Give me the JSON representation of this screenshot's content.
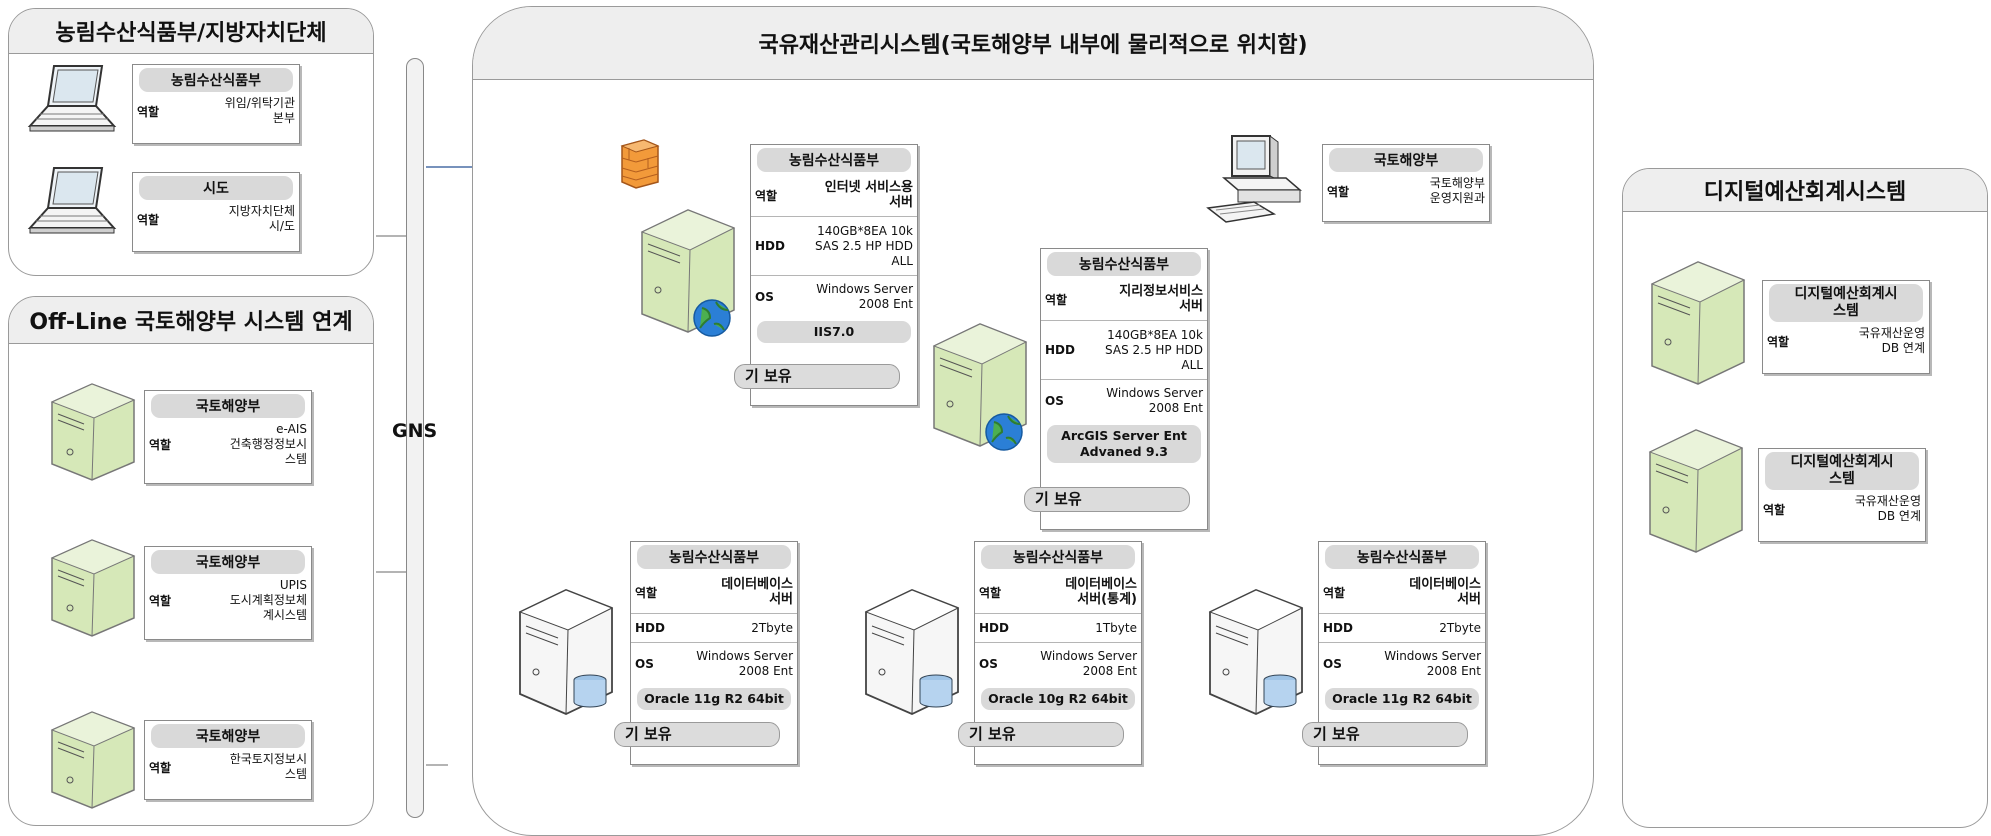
{
  "panels": {
    "ministry": {
      "title": "농림수산식품부/지방자치단체"
    },
    "offline": {
      "title": "Off-Line 국토해양부 시스템 연계"
    },
    "main": {
      "title": "국유재산관리시스템(국토해양부 내부에 물리적으로 위치함)"
    },
    "budget": {
      "title": "디지털예산회계시스템"
    }
  },
  "gns_label": "GNS",
  "left_cards": [
    {
      "header": "농림수산식품부",
      "role_label": "역할",
      "role": "위임/위탁기관\n본부"
    },
    {
      "header": "시도",
      "role_label": "역할",
      "role": "지방자치단체\n시/도"
    }
  ],
  "offline_cards": [
    {
      "header": "국토해양부",
      "role_label": "역할",
      "role": "e-AIS\n건축행정정보시\n스템"
    },
    {
      "header": "국토해양부",
      "role_label": "역할",
      "role": "UPIS\n도시계획정보체\n계시스템"
    },
    {
      "header": "국토해양부",
      "role_label": "역할",
      "role": "한국토지정보시\n스템"
    }
  ],
  "servers": {
    "web": {
      "header": "농림수산식품부",
      "role_label": "역할",
      "role": "인터넷 서비스용\n서버",
      "hdd_label": "HDD",
      "hdd": "140GB*8EA 10k\nSAS 2.5 HP HDD\nALL",
      "os_label": "OS",
      "os": "Windows Server\n2008 Ent",
      "sw": "IIS7.0",
      "status": "기 보유"
    },
    "gis": {
      "header": "농림수산식품부",
      "role_label": "역할",
      "role": "지리정보서비스\n서버",
      "hdd_label": "HDD",
      "hdd": "140GB*8EA 10k\nSAS 2.5 HP HDD\nALL",
      "os_label": "OS",
      "os": "Windows Server\n2008 Ent",
      "sw": "ArcGIS Server Ent\nAdvaned 9.3",
      "status": "기 보유"
    },
    "db1": {
      "header": "농림수산식품부",
      "role_label": "역할",
      "role": "데이터베이스\n서버",
      "hdd_label": "HDD",
      "hdd": "2Tbyte",
      "os_label": "OS",
      "os": "Windows Server\n2008 Ent",
      "sw": "Oracle 11g R2 64bit",
      "status": "기 보유"
    },
    "db2": {
      "header": "농림수산식품부",
      "role_label": "역할",
      "role": "데이터베이스\n서버(통계)",
      "hdd_label": "HDD",
      "hdd": "1Tbyte",
      "os_label": "OS",
      "os": "Windows Server\n2008 Ent",
      "sw": "Oracle 10g R2 64bit",
      "status": "기 보유"
    },
    "db3": {
      "header": "농림수산식품부",
      "role_label": "역할",
      "role": "데이터베이스\n서버",
      "hdd_label": "HDD",
      "hdd": "2Tbyte",
      "os_label": "OS",
      "os": "Windows Server\n2008 Ent",
      "sw": "Oracle 11g R2 64bit",
      "status": "기 보유"
    }
  },
  "pc_card": {
    "header": "국토해양부",
    "role_label": "역할",
    "role": "국토해양부\n운영지원과"
  },
  "budget_cards": [
    {
      "header": "디지털예산회계시\n스템",
      "role_label": "역할",
      "role": "국유재산운영\nDB 연계"
    },
    {
      "header": "디지털예산회계시\n스템",
      "role_label": "역할",
      "role": "국유재산운영\nDB 연계"
    }
  ],
  "colors": {
    "line": "#4a6fa5",
    "panel_border": "#9a9a9a",
    "server_green": "#d6e8b8",
    "grey": "#d9d9d9"
  }
}
